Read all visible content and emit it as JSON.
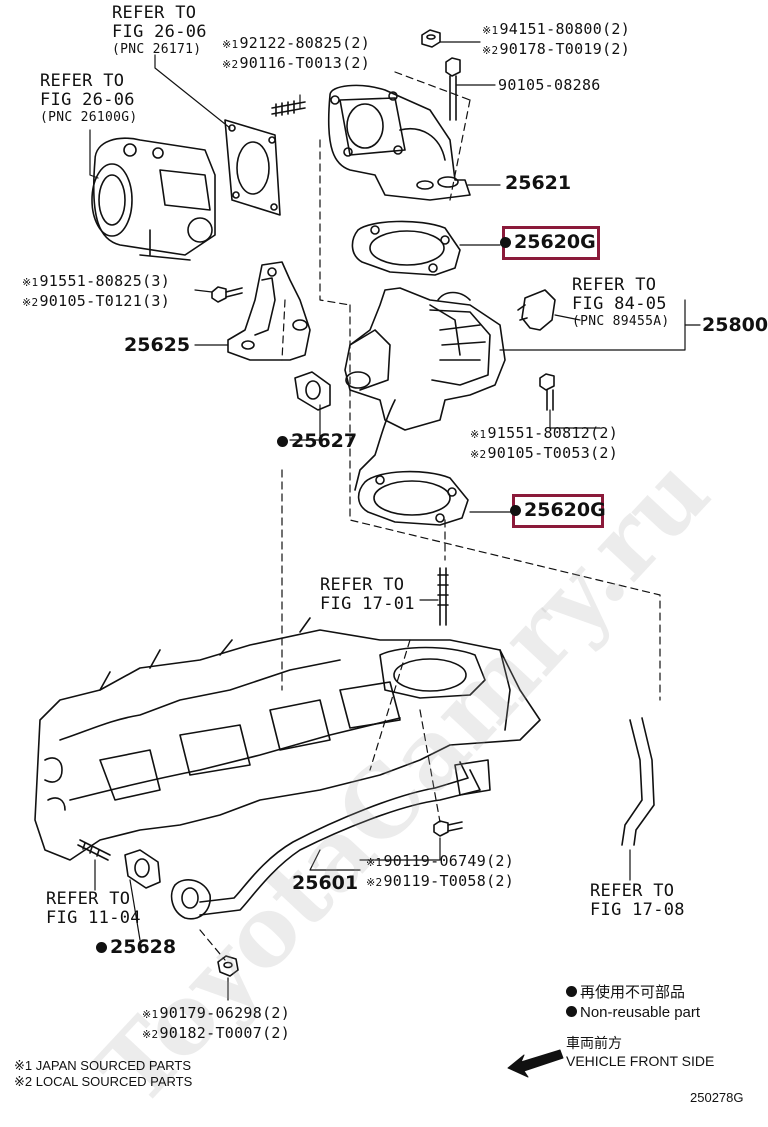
{
  "watermark": "ToyotaCamry.ru",
  "colors": {
    "highlight": "#8b1a3a",
    "ink": "#111111"
  },
  "labels": {
    "refer_26_06_a": {
      "line1": "REFER TO",
      "line2": "FIG 26-06",
      "pnc": "(PNC 26171)"
    },
    "refer_26_06_b": {
      "line1": "REFER TO",
      "line2": "FIG 26-06",
      "pnc": "(PNC 26100G)"
    },
    "stud_top": {
      "m1": "※1",
      "p1": "92122-80825(2)",
      "m2": "※2",
      "p2": "90116-T0013(2)"
    },
    "nut_top": {
      "m1": "※1",
      "p1": "94151-80800(2)",
      "m2": "※2",
      "p2": "90178-T0019(2)"
    },
    "bolt_long": "90105-08286",
    "p25621": "25621",
    "p25620g_top": "25620G",
    "refer_84_05": {
      "line1": "REFER TO",
      "line2": "FIG 84-05",
      "pnc": "(PNC 89455A)"
    },
    "p25800": "25800",
    "bolt_left": {
      "m1": "※1",
      "p1": "91551-80825(3)",
      "m2": "※2",
      "p2": "90105-T0121(3)"
    },
    "p25625": "25625",
    "bolt_right": {
      "m1": "※1",
      "p1": "91551-80812(2)",
      "m2": "※2",
      "p2": "90105-T0053(2)"
    },
    "p25627": "25627",
    "p25620g_bot": "25620G",
    "refer_17_01": {
      "line1": "REFER TO",
      "line2": "FIG 17-01"
    },
    "bolt_pipe": {
      "m1": "※1",
      "p1": "90119-06749(2)",
      "m2": "※2",
      "p2": "90119-T0058(2)"
    },
    "p25601": "25601",
    "refer_11_04": {
      "line1": "REFER TO",
      "line2": "FIG 11-04"
    },
    "p25628": "25628",
    "refer_17_08": {
      "line1": "REFER TO",
      "line2": "FIG 17-08"
    },
    "nut_bottom": {
      "m1": "※1",
      "p1": "90179-06298(2)",
      "m2": "※2",
      "p2": "90182-T0007(2)"
    }
  },
  "legend": {
    "nonreusable_jp": "再使用不可部品",
    "nonreusable_en": "Non-reusable part",
    "front_jp": "車両前方",
    "front_en": "VEHICLE FRONT SIDE"
  },
  "footnotes": {
    "n1": "※1 JAPAN SOURCED PARTS",
    "n2": "※2 LOCAL SOURCED PARTS"
  },
  "figure_id": "250278G"
}
